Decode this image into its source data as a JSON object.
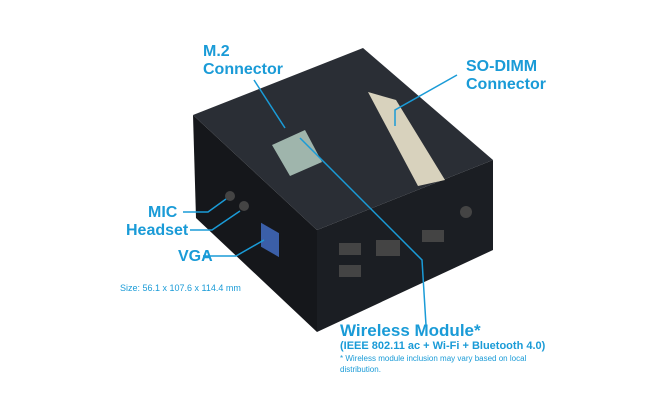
{
  "labels": {
    "m2": [
      "M.2",
      "Connector"
    ],
    "sodimm": [
      "SO-DIMM",
      "Connector"
    ],
    "mic": "MIC",
    "headset": "Headset",
    "vga": "VGA",
    "size": "Size: 56.1 x 107.6 x 114.4 mm",
    "wireless_title": "Wireless Module*",
    "wireless_spec": "(IEEE 802.11 ac + Wi-Fi + Bluetooth 4.0)",
    "wireless_note": "* Wireless module inclusion may vary based on local distribution."
  },
  "colors": {
    "accent": "#1a9bd7",
    "body": "#1c1f24"
  }
}
